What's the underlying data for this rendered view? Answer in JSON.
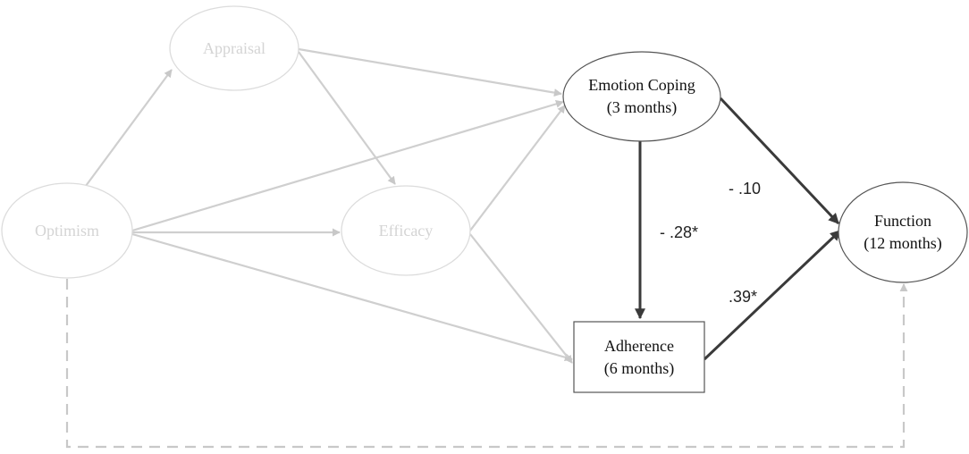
{
  "nodes": {
    "optimism": {
      "label": "Optimism"
    },
    "appraisal": {
      "label": "Appraisal"
    },
    "efficacy": {
      "label": "Efficacy"
    },
    "emotion_coping": {
      "line1": "Emotion Coping",
      "line2": "(3 months)"
    },
    "adherence": {
      "line1": "Adherence",
      "line2": "(6 months)"
    },
    "function": {
      "line1": "Function",
      "line2": "(12 months)"
    }
  },
  "paths": {
    "emotion_to_function": {
      "coef": "- .10"
    },
    "emotion_to_adherence": {
      "coef": "- .28*"
    },
    "adherence_to_function": {
      "coef": ".39*"
    }
  },
  "colors": {
    "faded_stroke": "#d0d0d0",
    "faded_text": "#d4d4d4",
    "highlight_stroke": "#3a3a3a",
    "dashed_stroke": "#c8c8c8"
  }
}
